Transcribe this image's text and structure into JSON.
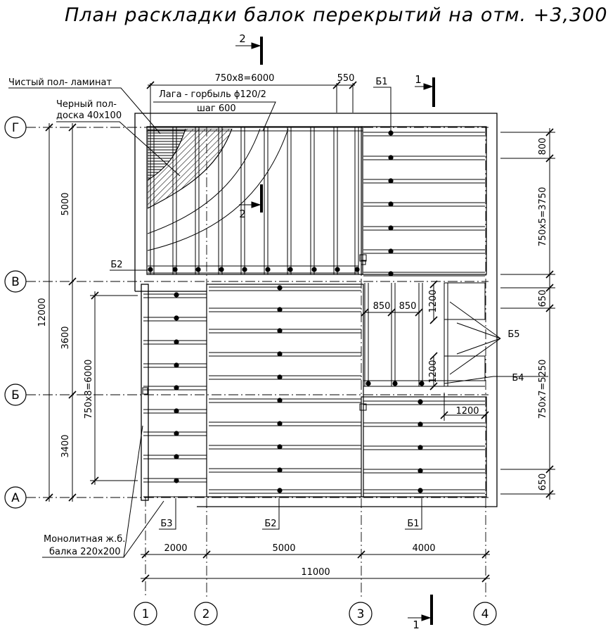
{
  "title": "План раскладки балок перекрытий на отм. +3,300",
  "axes": {
    "columns": [
      "1",
      "2",
      "3",
      "4"
    ],
    "rows": [
      "Г",
      "В",
      "Б",
      "А"
    ]
  },
  "dimensions": {
    "col_spans": [
      "2000",
      "5000",
      "4000"
    ],
    "col_total": "11000",
    "row_spans": [
      "5000",
      "3600",
      "3400"
    ],
    "row_total": "12000",
    "top_span": "750х8=6000",
    "top_gap": "550",
    "right_1": "800",
    "right_2": "750х5=3750",
    "right_3": "650",
    "right_4": "750х7=5250",
    "right_5": "650",
    "left_inner": "750х8=6000",
    "opening_1": "850",
    "opening_2": "850",
    "opening_h1": "1200",
    "opening_h2": "1200",
    "opening_w": "1200"
  },
  "beams": {
    "b1_top": "Б1",
    "b1_bottom": "Б1",
    "b2_left": "Б2",
    "b2_bottom": "Б2",
    "b3": "Б3",
    "b4": "Б4",
    "b5": "Б5"
  },
  "sections": {
    "s1_top": "1",
    "s1_bottom": "1",
    "s2_top": "2",
    "s2_mid": "2"
  },
  "callouts": {
    "floor_finish": "Чистый пол- ламинат",
    "subfloor_1": "Черный пол-",
    "subfloor_2": "доска 40х100",
    "joist_1": "Лага - горбыль ϕ120/2",
    "joist_2": "шаг 600",
    "mono_1": "Монолитная ж.б.",
    "mono_2": "балка 220х200"
  }
}
